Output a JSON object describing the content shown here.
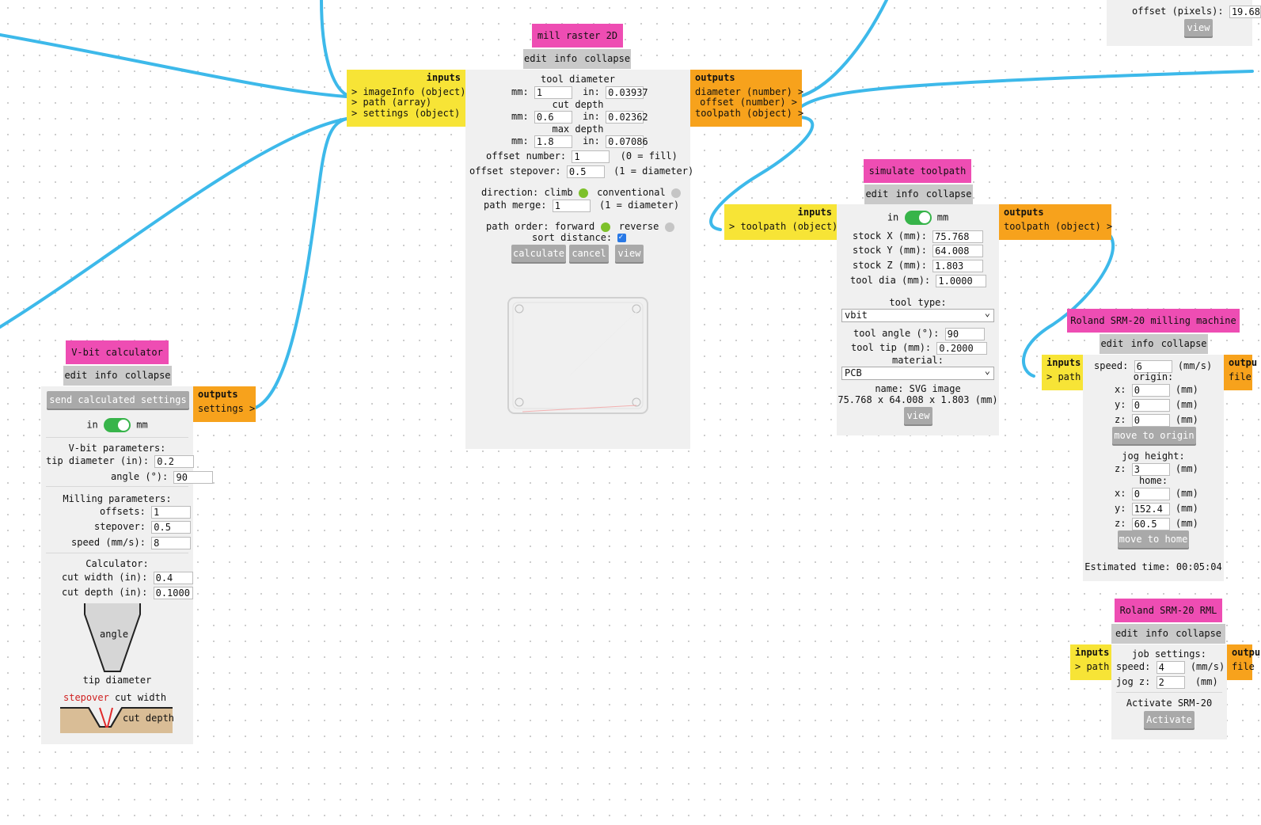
{
  "mill_raster": {
    "title": "mill raster 2D",
    "edit": "edit",
    "info": "info",
    "collapse": "collapse",
    "inputs_header": "inputs",
    "inputs": [
      "> imageInfo (object)",
      "> path (array)",
      "> settings (object)"
    ],
    "outputs_header": "outputs",
    "outputs": [
      "diameter (number) >",
      "offset (number) >",
      "toolpath (object) >"
    ],
    "tool_diameter_label": "tool diameter",
    "cut_depth_label": "cut depth",
    "max_depth_label": "max depth",
    "mm_label": "mm:",
    "in_label": "in:",
    "tool_diameter_mm": "1",
    "tool_diameter_in": "0.03937",
    "cut_depth_mm": "0.6",
    "cut_depth_in": "0.02362",
    "max_depth_mm": "1.8",
    "max_depth_in": "0.07086",
    "offset_number_label": "offset number:",
    "offset_number": "1",
    "offset_number_hint": "(0 = fill)",
    "offset_stepover_label": "offset stepover:",
    "offset_stepover": "0.5",
    "offset_stepover_hint": "(1 = diameter)",
    "direction_label": "direction: climb",
    "conventional_label": "conventional",
    "path_merge_label": "path merge:",
    "path_merge": "1",
    "path_merge_hint": "(1 = diameter)",
    "path_order_label": "path order: forward",
    "reverse_label": "reverse",
    "sort_distance_label": "sort distance:",
    "calculate": "calculate",
    "cancel": "cancel",
    "view": "view"
  },
  "simulate": {
    "title": "simulate toolpath",
    "edit": "edit",
    "info": "info",
    "collapse": "collapse",
    "inputs_header": "inputs",
    "input": "> toolpath (object)",
    "outputs_header": "outputs",
    "output": "toolpath (object) >",
    "in_label": "in",
    "mm_label": "mm",
    "stock_x_label": "stock X (mm):",
    "stock_x": "75.768",
    "stock_y_label": "stock Y (mm):",
    "stock_y": "64.008",
    "stock_z_label": "stock Z (mm):",
    "stock_z": "1.803",
    "tool_dia_label": "tool dia (mm):",
    "tool_dia": "1.0000",
    "tool_type_label": "tool type:",
    "tool_type": "vbit",
    "tool_angle_label": "tool angle (°):",
    "tool_angle": "90",
    "tool_tip_label": "tool tip (mm):",
    "tool_tip": "0.2000",
    "material_label": "material:",
    "material": "PCB",
    "name_line": "name: SVG image",
    "dims_line": "75.768 x 64.008 x 1.803 (mm)",
    "view": "view"
  },
  "vbit": {
    "title": "V-bit calculator",
    "edit": "edit",
    "info": "info",
    "collapse": "collapse",
    "send": "send calculated settings",
    "outputs_header": "outputs",
    "output": "settings >",
    "in_label": "in",
    "mm_label": "mm",
    "vbit_params": "V-bit parameters:",
    "tip_diameter_label": "tip diameter (in):",
    "tip_diameter": "0.2",
    "angle_label": "angle (°):",
    "angle": "90",
    "milling_params": "Milling parameters:",
    "offsets_label": "offsets:",
    "offsets": "1",
    "stepover_label": "stepover:",
    "stepover": "0.5",
    "speed_label": "speed (mm/s):",
    "speed": "8",
    "calculator": "Calculator:",
    "cut_width_label": "cut width (in):",
    "cut_width": "0.4",
    "cut_depth_label": "cut depth (in):",
    "cut_depth": "0.1000",
    "diagram_angle": "angle",
    "diagram_tip": "tip diameter",
    "diagram_stepover": "stepover",
    "diagram_cut_width": "cut width",
    "diagram_cut_depth": "cut depth"
  },
  "top_right": {
    "offset_label": "offset (pixels):",
    "offset_value": "19.68",
    "view": "view"
  },
  "roland_machine": {
    "title": "Roland SRM-20 milling machine",
    "edit": "edit",
    "info": "info",
    "collapse": "collapse",
    "inputs_header": "inputs",
    "input": "> path",
    "outputs_header": "outpu",
    "output": "file",
    "speed_label": "speed:",
    "speed": "6",
    "speed_unit": "(mm/s)",
    "origin_label": "origin:",
    "x_label": "x:",
    "y_label": "y:",
    "z_label": "z:",
    "mm_unit": "(mm)",
    "origin_x": "0",
    "origin_y": "0",
    "origin_z": "0",
    "move_to_origin": "move to origin",
    "jog_height_label": "jog height:",
    "jog_z": "3",
    "home_label": "home:",
    "home_x": "0",
    "home_y": "152.4",
    "home_z": "60.5",
    "move_to_home": "move to home",
    "estimated": "Estimated time: 00:05:04"
  },
  "roland_rml": {
    "title": "Roland SRM-20 RML",
    "edit": "edit",
    "info": "info",
    "collapse": "collapse",
    "inputs_header": "inputs",
    "input": "> path",
    "outputs_header": "outpu",
    "output": "file",
    "job_settings": "job settings:",
    "speed_label": "speed:",
    "speed": "4",
    "speed_unit": "(mm/s)",
    "jog_label": "jog z:",
    "jog_z": "2",
    "jog_unit": "(mm)",
    "activate_label": "Activate SRM-20",
    "activate": "Activate"
  },
  "colors": {
    "wire": "#3db9ea",
    "title": "#ee4db3",
    "inputs": "#f7e436",
    "outputs": "#f7a21c",
    "panel": "#f0f0f0"
  }
}
